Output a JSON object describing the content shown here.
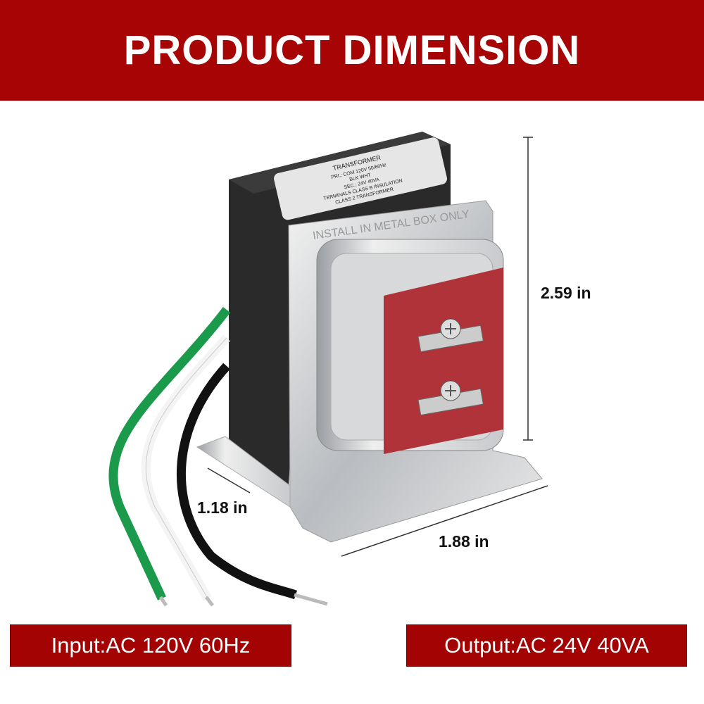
{
  "header": {
    "title": "PRODUCT DIMENSION"
  },
  "product": {
    "name": "transformer",
    "label_lines": [
      "TRANSFORMER",
      "PRI.: COM 120V 50/60Hz",
      "BLK WHT",
      "SEC.: 24V 40VA",
      "TERMINALS",
      "CLASS B INSULATION",
      "CLASS 2 TRANSFORMER"
    ],
    "embossed_text": "INSTALL IN METAL BOX ONLY",
    "wire_colors": [
      "#1a9a4a",
      "#f4f4f4",
      "#111111"
    ],
    "terminal_plate_color": "#b0333a"
  },
  "dimensions": {
    "height": "2.59 in",
    "depth": "1.18 in",
    "width": "1.88 in"
  },
  "specs": {
    "input": "Input:AC 120V 60Hz",
    "output": "Output:AC 24V 40VA"
  },
  "colors": {
    "brand_red": "#a70505"
  }
}
